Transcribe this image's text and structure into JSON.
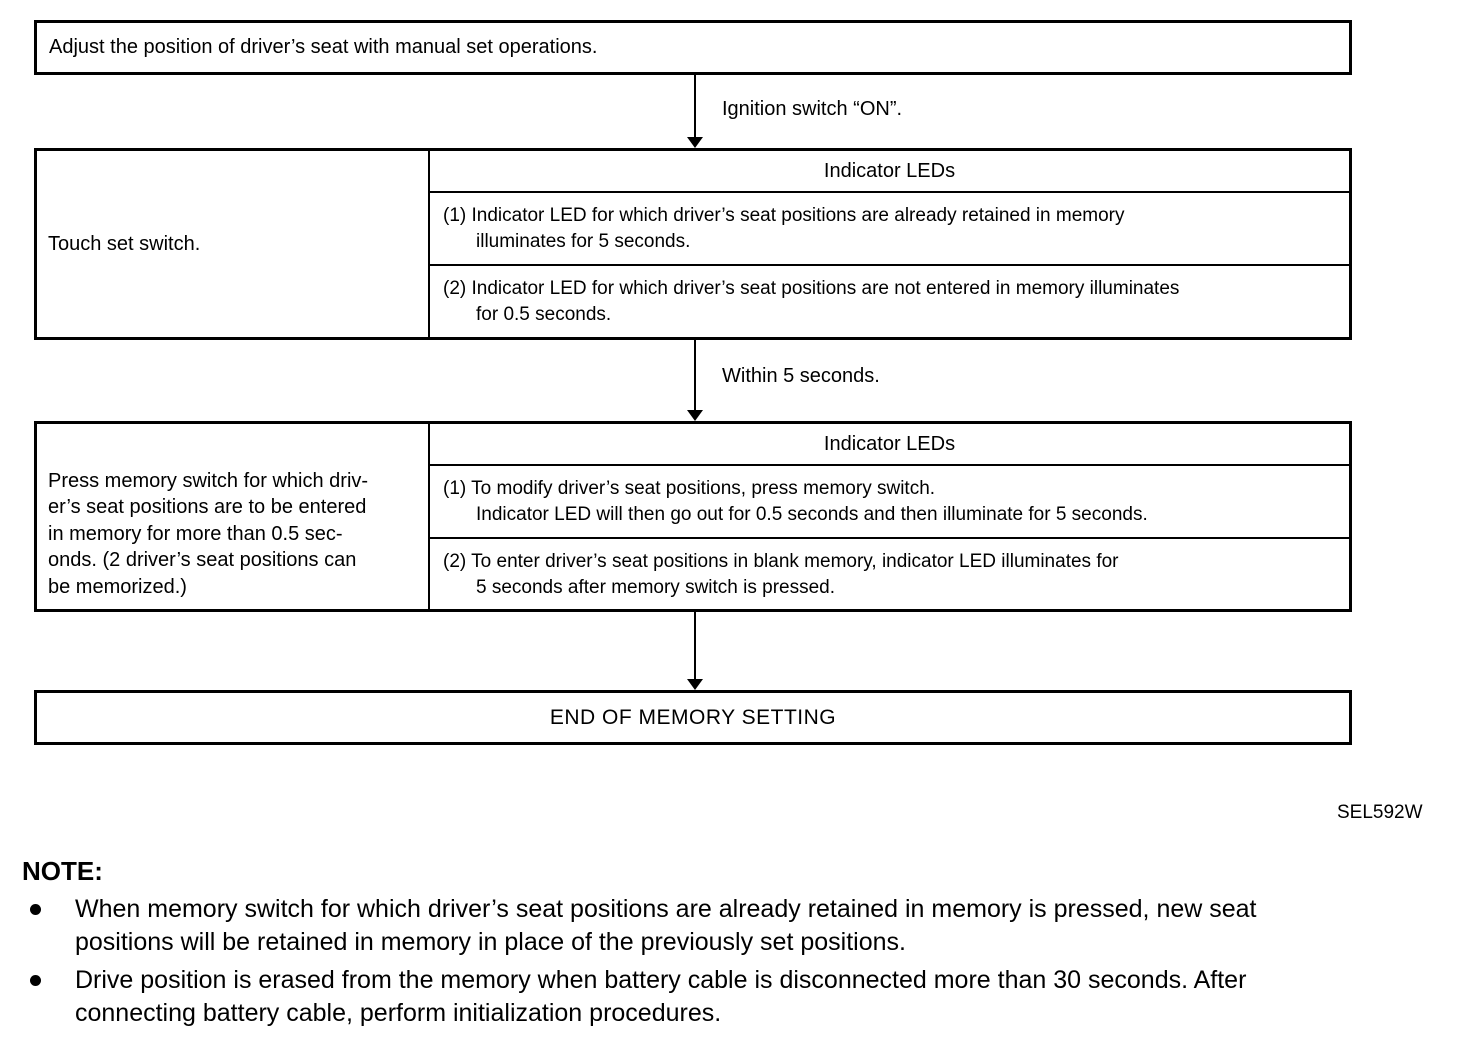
{
  "flowchart": {
    "step1_text": "Adjust the position of driver’s seat with manual set operations.",
    "arrow1_label": "Ignition switch “ON”.",
    "step2": {
      "left_text": "Touch set switch.",
      "header": "Indicator LEDs",
      "items": [
        "(1) Indicator LED for which driver’s seat positions are already retained in memory\nilluminates for 5 seconds.",
        "(2) Indicator LED for which driver’s seat positions are not entered in memory illuminates\nfor 0.5 seconds."
      ]
    },
    "arrow2_label": "Within 5 seconds.",
    "step3": {
      "left_text": "Press memory switch for which driv-\ner’s seat positions are to be entered\nin memory for more than 0.5 sec-\nonds. (2 driver’s seat positions can\nbe memorized.)",
      "header": "Indicator LEDs",
      "items": [
        "(1) To modify driver’s seat positions, press memory switch.\nIndicator LED will then go out for 0.5 seconds and then illuminate for 5 seconds.",
        "(2) To enter driver’s seat positions in blank memory, indicator LED illuminates for\n5 seconds after memory switch is pressed."
      ]
    },
    "end_box_text": "END OF MEMORY SETTING",
    "figure_code": "SEL592W"
  },
  "note": {
    "heading": "NOTE:",
    "bullets": [
      "When memory switch for which driver’s seat positions are already retained in memory is pressed, new seat\npositions will be retained in memory in place of the previously set positions.",
      "Drive position is erased from the memory when battery cable is disconnected more than 30 seconds. After\nconnecting battery cable, perform initialization procedures."
    ]
  }
}
